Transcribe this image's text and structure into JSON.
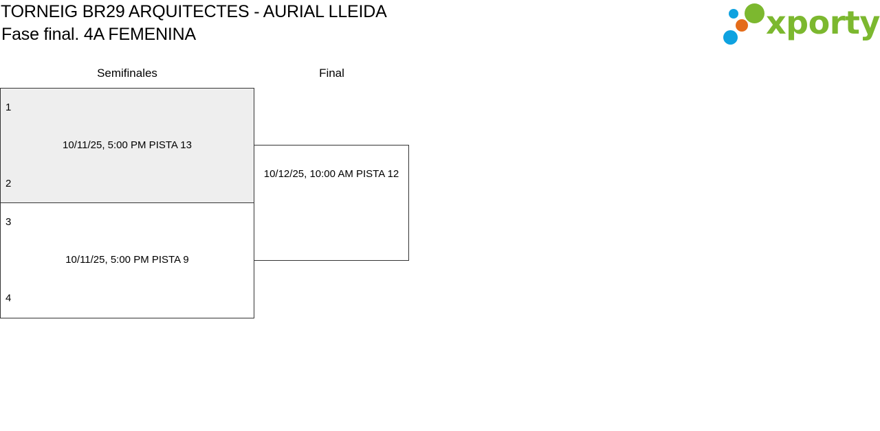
{
  "header": {
    "title": "TORNEIG BR29 ARQUITECTES - AURIAL LLEIDA",
    "subtitle": "Fase final. 4A FEMENINA"
  },
  "logo": {
    "text": "xporty",
    "colors": {
      "text": "#7cb82f",
      "green": "#7cb82f",
      "blue": "#0ea2e0",
      "orange": "#e46c1a"
    }
  },
  "bracket": {
    "rounds": [
      {
        "label": "Semifinales"
      },
      {
        "label": "Final"
      }
    ],
    "semifinals": [
      {
        "seed_top": "1",
        "seed_bottom": "2",
        "info": "10/11/25, 5:00 PM PISTA 13",
        "background": "#eeeeee"
      },
      {
        "seed_top": "3",
        "seed_bottom": "4",
        "info": "10/11/25, 5:00 PM PISTA 9",
        "background": "#ffffff"
      }
    ],
    "final": {
      "info": "10/12/25, 10:00 AM PISTA 12"
    }
  }
}
